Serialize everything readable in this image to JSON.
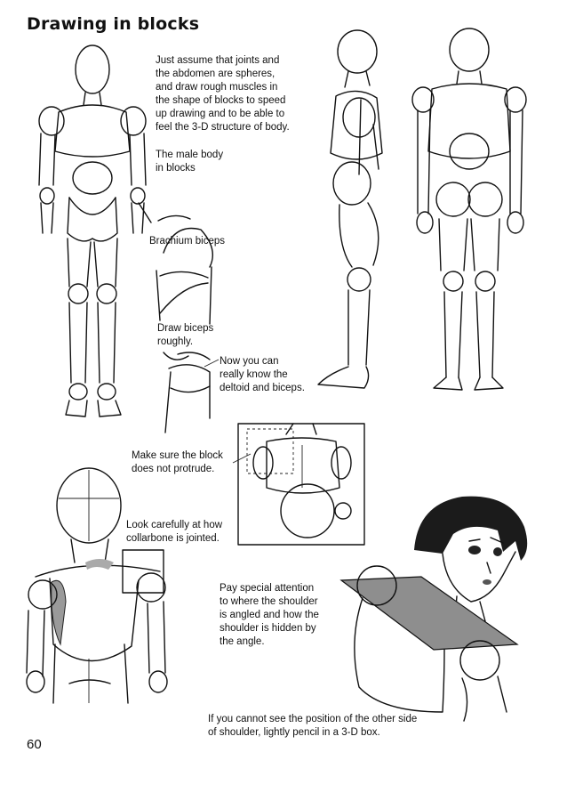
{
  "page": {
    "title": "Drawing in blocks",
    "page_number": "60"
  },
  "notes": {
    "intro": "Just assume that joints and\nthe abdomen are spheres,\nand draw rough muscles in\nthe shape of blocks to speed\nup drawing and to be able to\nfeel the 3-D structure of body.",
    "male_body": "The male body\n in blocks",
    "brachium": "Brachium biceps",
    "draw_biceps": "Draw biceps\nroughly.",
    "deltoid": "Now you can\nreally know the\ndeltoid and biceps.",
    "block": "Make sure the block\ndoes not protrude.",
    "collarbone": "Look carefully at how\ncollarbone is jointed.",
    "shoulder": "Pay special attention\nto where  the shoulder\nis angled and how the\nshoulder is hidden by\nthe angle.",
    "other_side": "If you cannot see the position of the other side\nof shoulder, lightly pencil in a 3-D box."
  }
}
